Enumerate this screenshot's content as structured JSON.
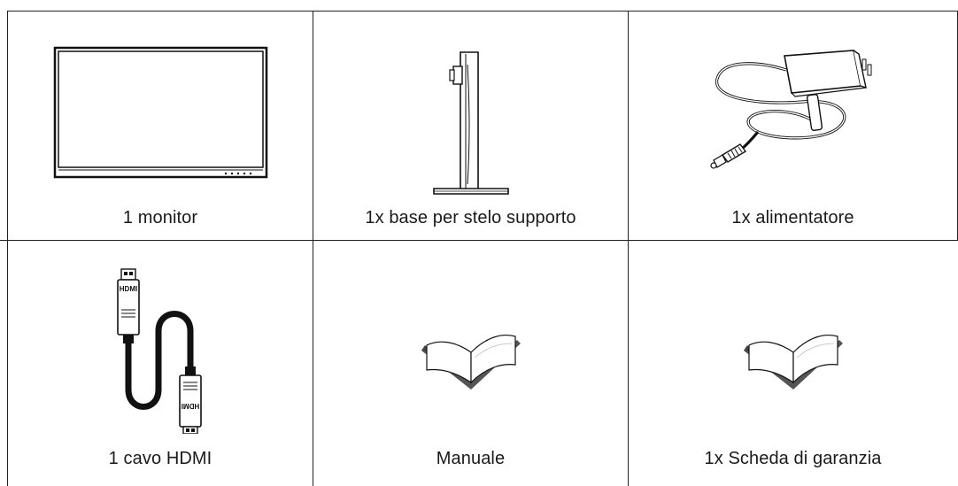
{
  "page": {
    "items": [
      {
        "label": "1 monitor",
        "icon": "monitor-icon"
      },
      {
        "label": "1x base per stelo supporto",
        "icon": "stand-icon"
      },
      {
        "label": "1x alimentatore",
        "icon": "power-adapter-icon"
      },
      {
        "label": "1 cavo HDMI",
        "icon": "hdmi-cable-icon",
        "connector_text": "HDMI"
      },
      {
        "label": "Manuale",
        "icon": "manual-book-icon"
      },
      {
        "label": "1x Scheda di garanzia",
        "icon": "warranty-card-icon"
      }
    ]
  }
}
